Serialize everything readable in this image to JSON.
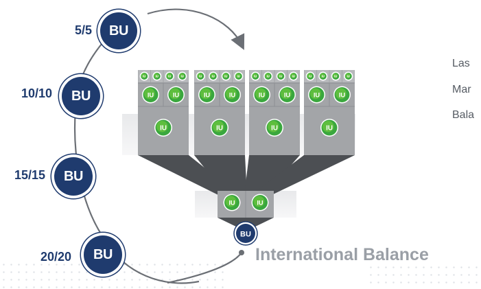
{
  "badges": [
    {
      "ratio": "5/5",
      "label": "BU"
    },
    {
      "ratio": "10/10",
      "label": "BU"
    },
    {
      "ratio": "15/15",
      "label": "BU"
    },
    {
      "ratio": "20/20",
      "label": "BU"
    }
  ],
  "columns_iu_label": "IU",
  "center_badge_label": "BU",
  "side_text": [
    "Las",
    "Mar",
    "Bala"
  ],
  "footer_title": "International Balance",
  "colors": {
    "navy": "#1f3b6e",
    "green": "#3aa73e",
    "green_light": "#7cd13e",
    "panel_gray": "#a3a5a8",
    "funnel_dark": "#4c4f53",
    "text_gray": "#9a9fa6"
  }
}
